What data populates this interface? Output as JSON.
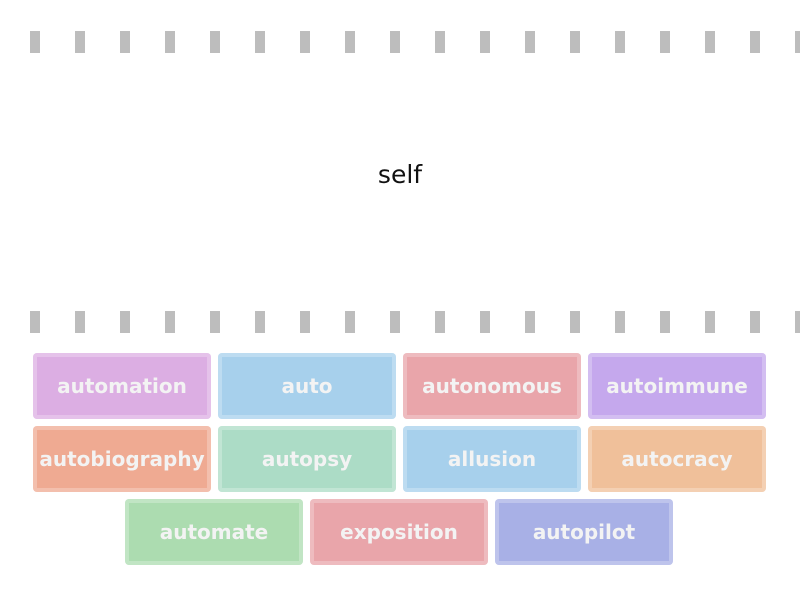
{
  "prompt": "self",
  "tiles": [
    {
      "label": "automation",
      "color": "#dcaee3"
    },
    {
      "label": "auto",
      "color": "#a7d0ec"
    },
    {
      "label": "autonomous",
      "color": "#e9a5aa"
    },
    {
      "label": "autoimmune",
      "color": "#c5a8ed"
    },
    {
      "label": "autobiography",
      "color": "#efaa92"
    },
    {
      "label": "autopsy",
      "color": "#acdcc6"
    },
    {
      "label": "allusion",
      "color": "#a7d0ec"
    },
    {
      "label": "autocracy",
      "color": "#f0c09a"
    },
    {
      "label": "automate",
      "color": "#acdcb0"
    },
    {
      "label": "exposition",
      "color": "#e9a5aa"
    },
    {
      "label": "autopilot",
      "color": "#a8b0e6"
    }
  ]
}
